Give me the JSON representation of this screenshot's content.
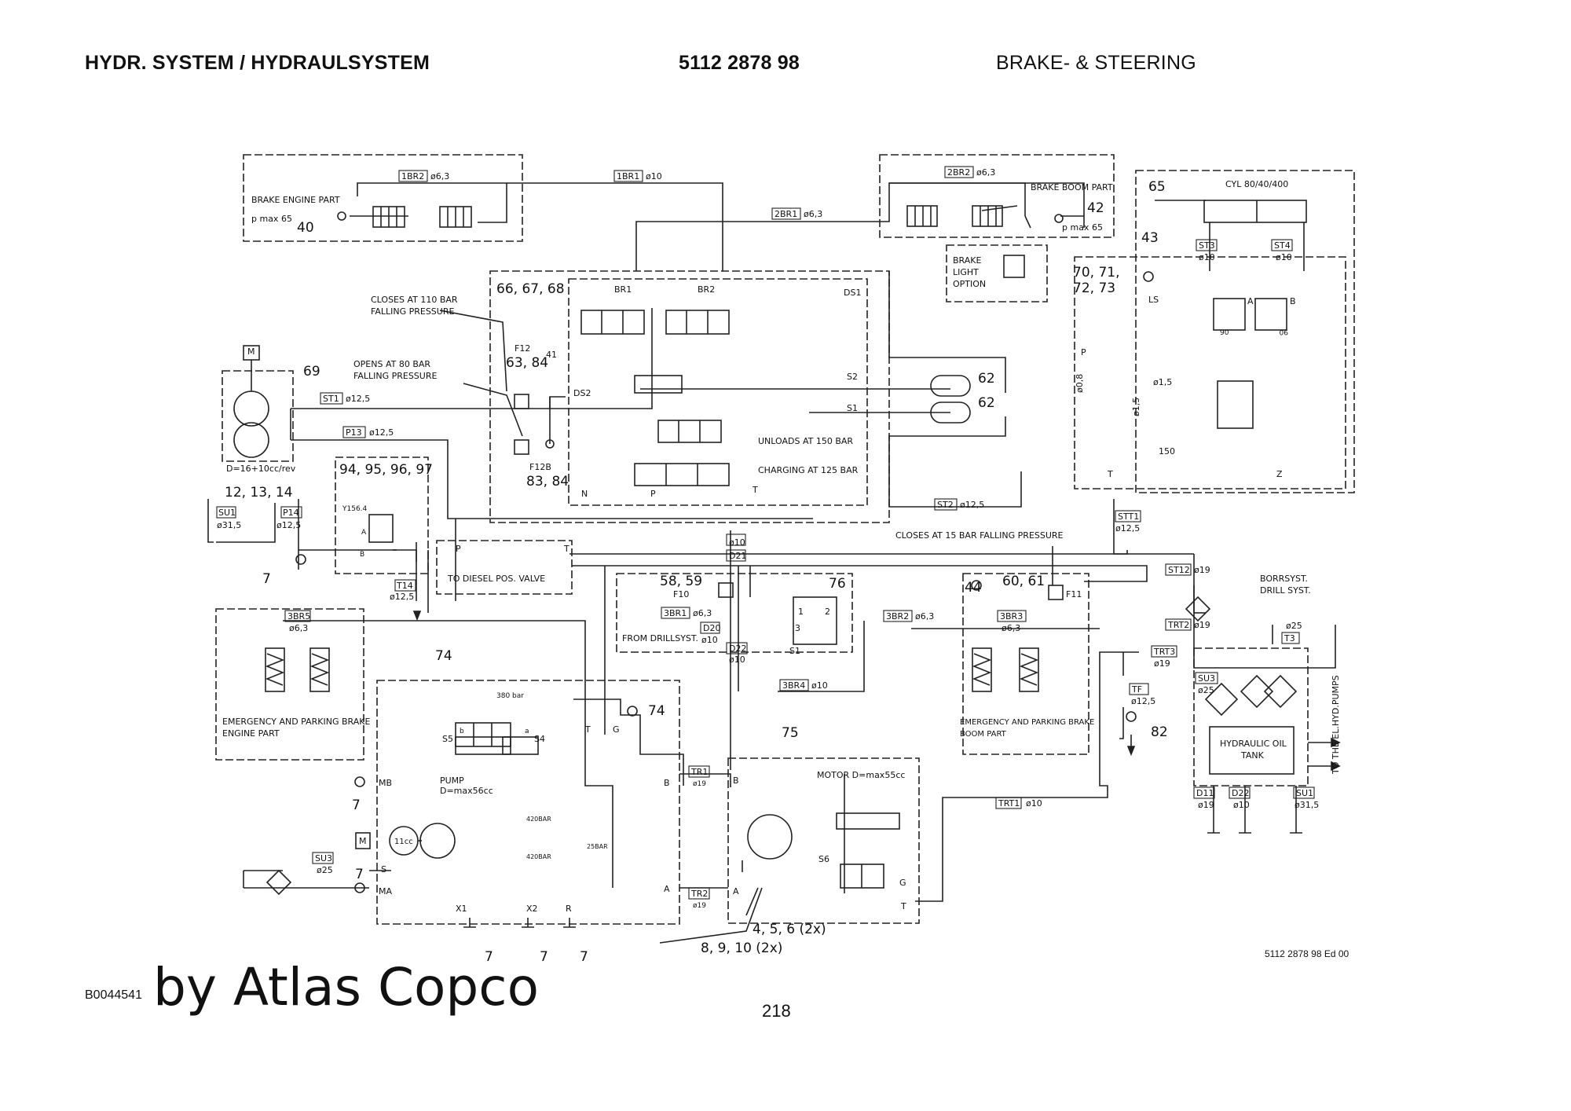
{
  "header": {
    "left": "HYDR. SYSTEM / HYDRAULSYSTEM",
    "center": "5112 2878 98",
    "right": "BRAKE- & STEERING"
  },
  "footer": {
    "code": "B0044541",
    "brand": "by Atlas Copco",
    "page": "218",
    "doc_ref": "5112 2878 98 Ed 00"
  },
  "diagram": {
    "boxes": {
      "brake_engine": [
        "BRAKE ENGINE PART",
        "p max 65"
      ],
      "brake_boom": [
        "BRAKE BOOM PART",
        "p max 65"
      ],
      "brake_light": [
        "BRAKE",
        "LIGHT",
        "OPTION"
      ],
      "cylinder": "CYL 80/40/400",
      "emergency_engine": [
        "EMERGENCY AND PARKING BRAKE",
        "ENGINE PART"
      ],
      "emergency_boom": [
        "EMERGENCY AND PARKING BRAKE",
        "BOOM PART"
      ],
      "diesel": "TO DIESEL POS. VALVE",
      "tank": [
        "HYDRAULIC OIL",
        "TANK"
      ],
      "pump": [
        "PUMP",
        "D=max56cc"
      ],
      "motor": "MOTOR D=max55cc",
      "pump69": "D=16+10cc/rev",
      "from_drill": "FROM DRILLSYST.",
      "borr": [
        "BORRSYST.",
        "DRILL SYST."
      ],
      "to_pumps": "TO THE EL.HYD.PUMPS"
    },
    "notes": [
      "CLOSES AT 110 BAR",
      "FALLING PRESSURE",
      "OPENS AT 80 BAR",
      "FALLING PRESSURE",
      "UNLOADS AT 150 BAR",
      "CHARGING AT 125 BAR",
      "CLOSES AT 15 BAR FALLING PRESSURE"
    ],
    "item_labels": [
      "40",
      "42",
      "43",
      "65",
      "66, 67, 68",
      "69",
      "62",
      "62",
      "63, 84",
      "41",
      "83, 84",
      "70, 71,",
      "72, 73",
      "94, 95, 96, 97",
      "12, 13, 14",
      "7",
      "58, 59",
      "76",
      "44",
      "60, 61",
      "74",
      "74",
      "75",
      "82",
      "7",
      "7",
      "7",
      "7",
      "7",
      "4, 5, 6 (2x)",
      "8, 9, 10 (2x)"
    ],
    "line_tags": [
      "1BR2",
      "ø6,3",
      "1BR1",
      "ø10",
      "2BR2",
      "ø6,3",
      "2BR1",
      "ø6,3",
      "ST1",
      "ø12,5",
      "P13",
      "ø12,5",
      "P14",
      "ø12,5",
      "SU1",
      "ø31,5",
      "T14",
      "ø12,5",
      "ST2",
      "ø12,5",
      "3BR5",
      "ø6,3",
      "3BR1",
      "ø6,3",
      "3BR2",
      "ø6,3",
      "3BR3",
      "ø6,3",
      "3BR4",
      "ø10",
      "D20",
      "ø10",
      "D21",
      "ø10",
      "D22",
      "ø10",
      "ST3",
      "ø10",
      "ST4",
      "ø10",
      "STT1",
      "ø12,5",
      "ST12",
      "ø19",
      "TRT2",
      "ø19",
      "TRT3",
      "ø19",
      "T3",
      "ø25",
      "SU3",
      "ø25",
      "TF",
      "ø12,5",
      "D11",
      "ø19",
      "D22",
      "ø10",
      "SU1",
      "ø31,5",
      "TR1",
      "ø19",
      "TR2",
      "ø19",
      "TRT1",
      "ø10",
      "SU3",
      "ø25"
    ],
    "port_labels": [
      "BR1",
      "BR2",
      "DS1",
      "DS2",
      "S2",
      "S1",
      "N",
      "P",
      "T",
      "F12",
      "F12B",
      "F10",
      "F11",
      "LS",
      "A",
      "B",
      "P",
      "T",
      "Z",
      "ø0,8",
      "ø1,5",
      "ø1,5",
      "150",
      "P",
      "T",
      "A",
      "B",
      "Y156.4",
      "1",
      "2",
      "3",
      "S1",
      "MB",
      "MA",
      "S",
      "X1",
      "X2",
      "R",
      "B",
      "A",
      "T",
      "G",
      "B",
      "A",
      "G",
      "T",
      "S6",
      "S5",
      "S4",
      "a",
      "b",
      "380 bar",
      "420BAR",
      "420BAR",
      "25BAR",
      "M",
      "M",
      "11cc",
      "90",
      "90"
    ]
  }
}
